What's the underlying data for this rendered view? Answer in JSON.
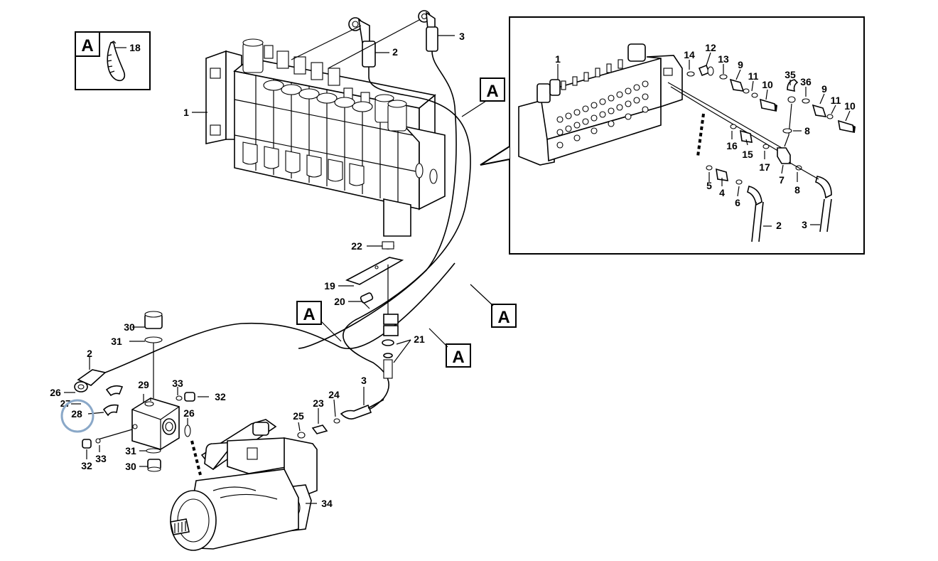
{
  "inset_tag": "A",
  "detail_tags": [
    "A",
    "A",
    "A",
    "A"
  ],
  "main_labels": [
    "1",
    "2",
    "3",
    "18",
    "22",
    "19",
    "20",
    "21",
    "30",
    "31",
    "2",
    "29",
    "33",
    "32",
    "26",
    "27",
    "28",
    "26",
    "31",
    "30",
    "32",
    "33",
    "25",
    "23",
    "24",
    "3",
    "34"
  ],
  "detail_labels": [
    "1",
    "14",
    "12",
    "13",
    "9",
    "11",
    "10",
    "35",
    "36",
    "9",
    "11",
    "10",
    "8",
    "16",
    "15",
    "17",
    "7",
    "8",
    "5",
    "4",
    "6",
    "2",
    "3"
  ],
  "highlight_color": "#8aa8c8"
}
